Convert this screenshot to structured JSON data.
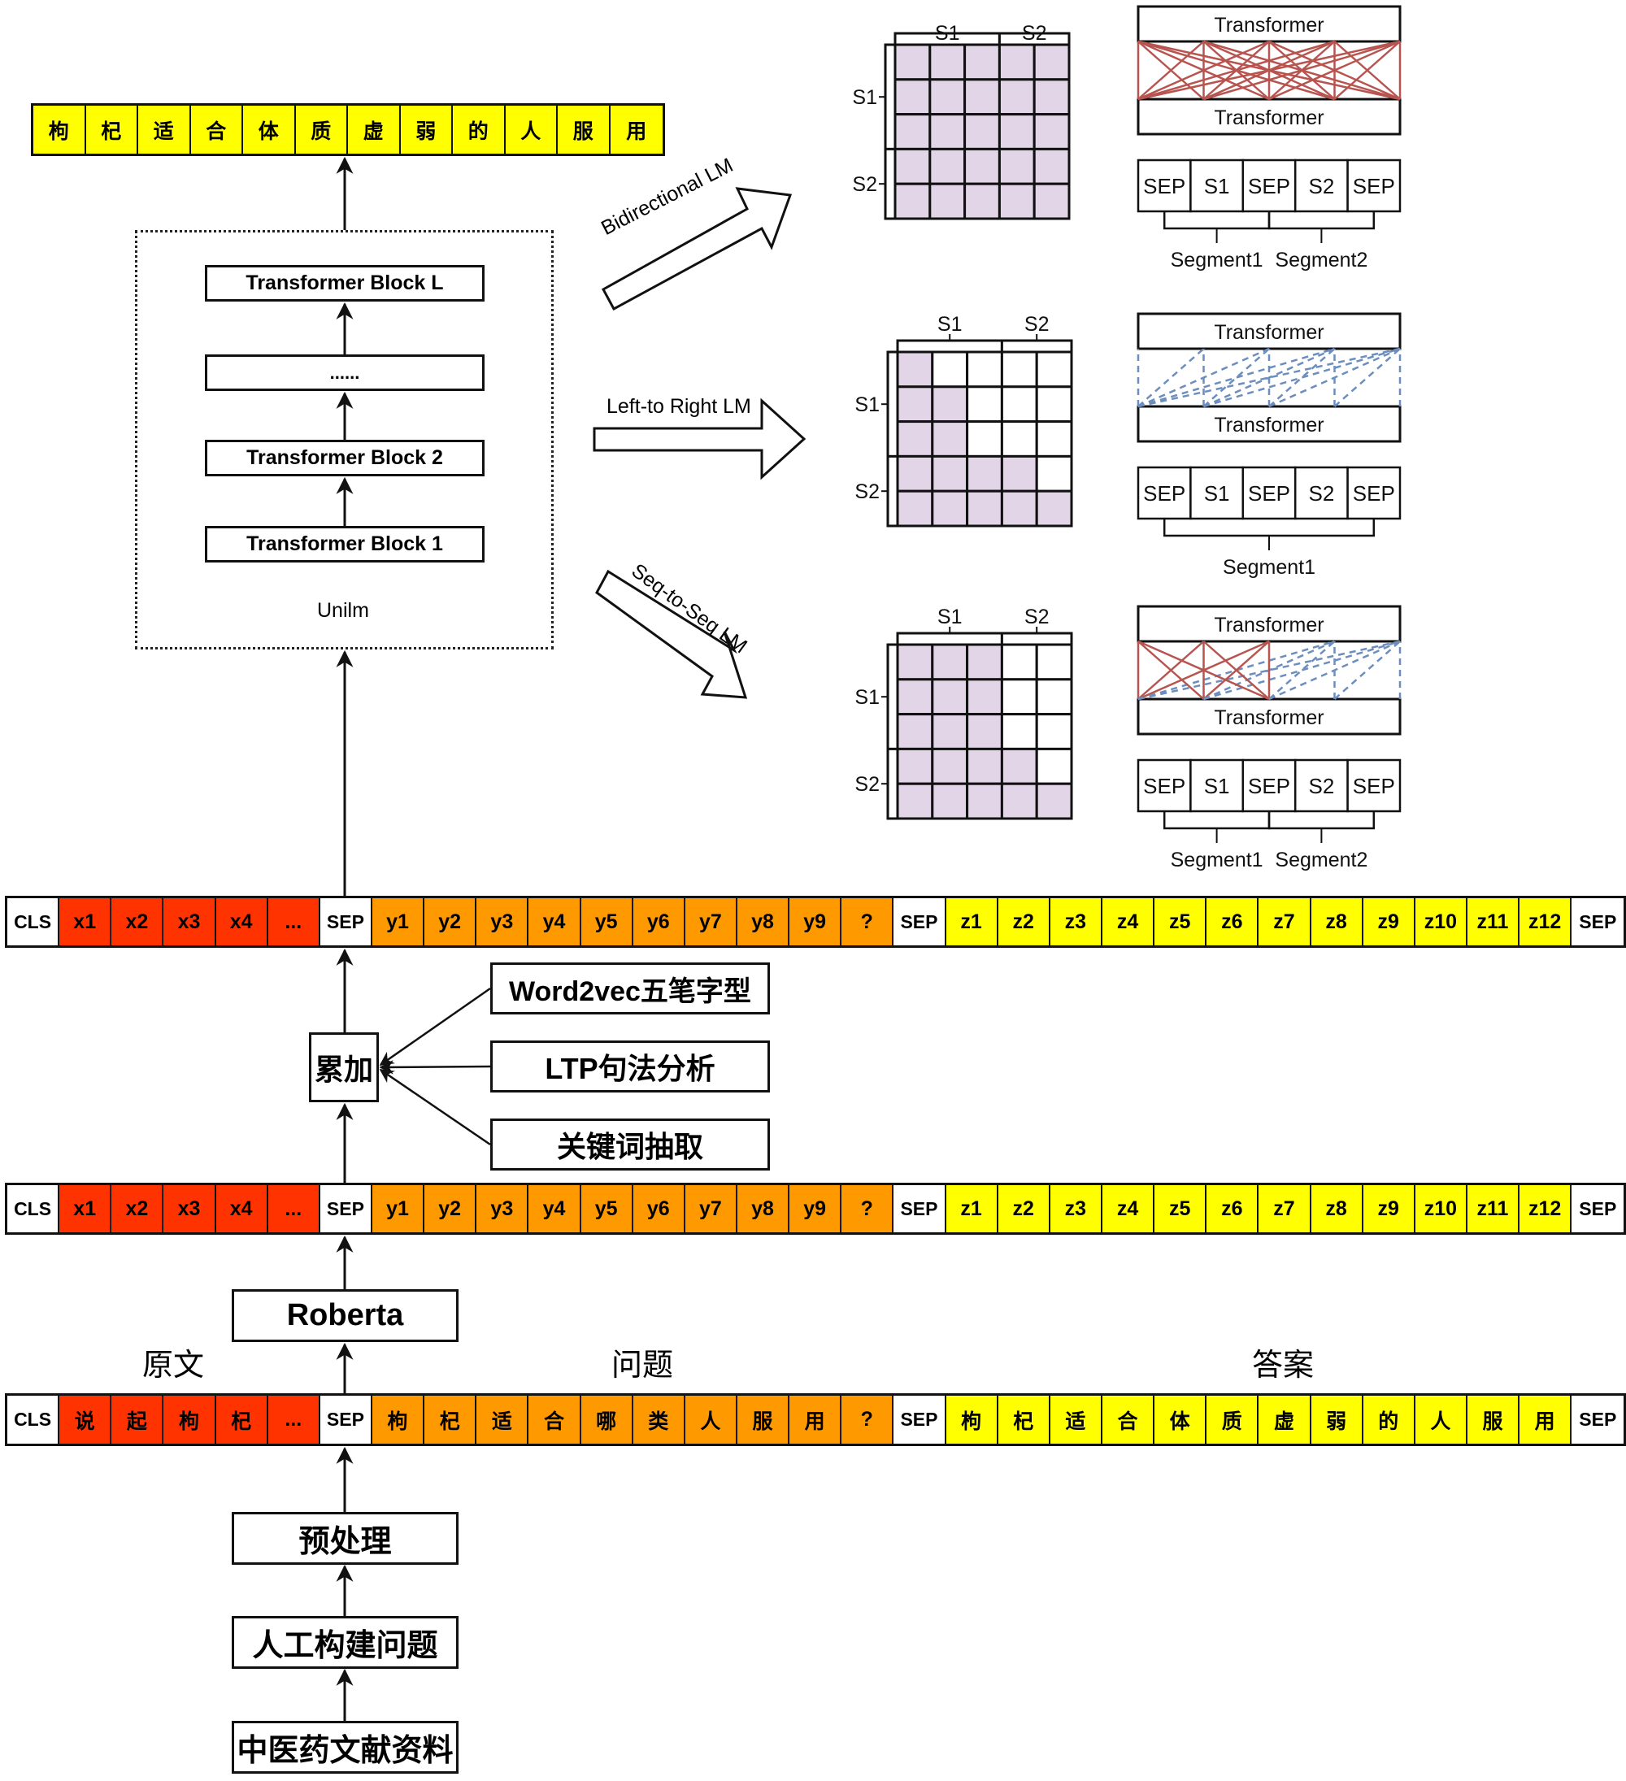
{
  "colors": {
    "passage": "#ff3300",
    "question": "#ff9900",
    "answer": "#ffff00",
    "special": "#ffffff",
    "mask_fill": "#e1d5e7",
    "attend_full": "#b85450",
    "attend_dashed": "#6c8ebf"
  },
  "output_tokens": [
    "枸",
    "杞",
    "适",
    "合",
    "体",
    "质",
    "虚",
    "弱",
    "的",
    "人",
    "服",
    "用"
  ],
  "unilm": {
    "label": "Unilm",
    "blocks": [
      "Transformer Block L",
      "......",
      "Transformer Block 2",
      "Transformer Block 1"
    ]
  },
  "lm_modes": [
    {
      "name": "Bidirectional LM",
      "mask": [
        [
          1,
          1,
          1,
          1,
          1
        ],
        [
          1,
          1,
          1,
          1,
          1
        ],
        [
          1,
          1,
          1,
          1,
          1
        ],
        [
          1,
          1,
          1,
          1,
          1
        ],
        [
          1,
          1,
          1,
          1,
          1
        ]
      ],
      "transformer_top": "Transformer",
      "transformer_bottom": "Transformer",
      "attention": "bidirectional",
      "tokens": [
        "SEP",
        "S1",
        "SEP",
        "S2",
        "SEP"
      ],
      "segments": [
        "Segment1",
        "Segment2"
      ]
    },
    {
      "name": "Left-to Right LM",
      "mask": [
        [
          1,
          0,
          0,
          0,
          0
        ],
        [
          1,
          1,
          0,
          0,
          0
        ],
        [
          1,
          1,
          0,
          0,
          0
        ],
        [
          1,
          1,
          1,
          1,
          0
        ],
        [
          1,
          1,
          1,
          1,
          1
        ]
      ],
      "transformer_top": "Transformer",
      "transformer_bottom": "Transformer",
      "attention": "left-to-right",
      "tokens": [
        "SEP",
        "S1",
        "SEP",
        "S2",
        "SEP"
      ],
      "segments": [
        "Segment1"
      ]
    },
    {
      "name": "Seq-to-Seq LM",
      "mask": [
        [
          1,
          1,
          1,
          0,
          0
        ],
        [
          1,
          1,
          1,
          0,
          0
        ],
        [
          1,
          1,
          1,
          0,
          0
        ],
        [
          1,
          1,
          1,
          1,
          0
        ],
        [
          1,
          1,
          1,
          1,
          1
        ]
      ],
      "transformer_top": "Transformer",
      "transformer_bottom": "Transformer",
      "attention": "seq-to-seq",
      "tokens": [
        "SEP",
        "S1",
        "SEP",
        "S2",
        "SEP"
      ],
      "segments": [
        "Segment1",
        "Segment2"
      ]
    }
  ],
  "grid_axis": {
    "col_s1": "S1",
    "col_s2": "S2",
    "row_s1": "S1",
    "row_s2": "S2"
  },
  "encoded_row": [
    {
      "t": "CLS",
      "c": "special"
    },
    {
      "t": "x1",
      "c": "passage"
    },
    {
      "t": "x2",
      "c": "passage"
    },
    {
      "t": "x3",
      "c": "passage"
    },
    {
      "t": "x4",
      "c": "passage"
    },
    {
      "t": "...",
      "c": "passage"
    },
    {
      "t": "SEP",
      "c": "special"
    },
    {
      "t": "y1",
      "c": "question"
    },
    {
      "t": "y2",
      "c": "question"
    },
    {
      "t": "y3",
      "c": "question"
    },
    {
      "t": "y4",
      "c": "question"
    },
    {
      "t": "y5",
      "c": "question"
    },
    {
      "t": "y6",
      "c": "question"
    },
    {
      "t": "y7",
      "c": "question"
    },
    {
      "t": "y8",
      "c": "question"
    },
    {
      "t": "y9",
      "c": "question"
    },
    {
      "t": "?",
      "c": "question"
    },
    {
      "t": "SEP",
      "c": "special"
    },
    {
      "t": "z1",
      "c": "answer"
    },
    {
      "t": "z2",
      "c": "answer"
    },
    {
      "t": "z3",
      "c": "answer"
    },
    {
      "t": "z4",
      "c": "answer"
    },
    {
      "t": "z5",
      "c": "answer"
    },
    {
      "t": "z6",
      "c": "answer"
    },
    {
      "t": "z7",
      "c": "answer"
    },
    {
      "t": "z8",
      "c": "answer"
    },
    {
      "t": "z9",
      "c": "answer"
    },
    {
      "t": "z10",
      "c": "answer"
    },
    {
      "t": "z11",
      "c": "answer"
    },
    {
      "t": "z12",
      "c": "answer"
    },
    {
      "t": "SEP",
      "c": "special"
    }
  ],
  "input_row": [
    {
      "t": "CLS",
      "c": "special"
    },
    {
      "t": "说",
      "c": "passage"
    },
    {
      "t": "起",
      "c": "passage"
    },
    {
      "t": "枸",
      "c": "passage"
    },
    {
      "t": "杞",
      "c": "passage"
    },
    {
      "t": "...",
      "c": "passage"
    },
    {
      "t": "SEP",
      "c": "special"
    },
    {
      "t": "枸",
      "c": "question"
    },
    {
      "t": "杞",
      "c": "question"
    },
    {
      "t": "适",
      "c": "question"
    },
    {
      "t": "合",
      "c": "question"
    },
    {
      "t": "哪",
      "c": "question"
    },
    {
      "t": "类",
      "c": "question"
    },
    {
      "t": "人",
      "c": "question"
    },
    {
      "t": "服",
      "c": "question"
    },
    {
      "t": "用",
      "c": "question"
    },
    {
      "t": "?",
      "c": "question"
    },
    {
      "t": "SEP",
      "c": "special"
    },
    {
      "t": "枸",
      "c": "answer"
    },
    {
      "t": "杞",
      "c": "answer"
    },
    {
      "t": "适",
      "c": "answer"
    },
    {
      "t": "合",
      "c": "answer"
    },
    {
      "t": "体",
      "c": "answer"
    },
    {
      "t": "质",
      "c": "answer"
    },
    {
      "t": "虚",
      "c": "answer"
    },
    {
      "t": "弱",
      "c": "answer"
    },
    {
      "t": "的",
      "c": "answer"
    },
    {
      "t": "人",
      "c": "answer"
    },
    {
      "t": "服",
      "c": "answer"
    },
    {
      "t": "用",
      "c": "answer"
    },
    {
      "t": "SEP",
      "c": "special"
    }
  ],
  "fusion": {
    "sum_label": "累加",
    "features": [
      "Word2vec五笔字型",
      "LTP句法分析",
      "关键词抽取"
    ]
  },
  "roberta_label": "Roberta",
  "section_labels": {
    "passage": "原文",
    "question": "问题",
    "answer": "答案"
  },
  "pipeline": [
    "预处理",
    "人工构建问题",
    "中医药文献资料"
  ]
}
